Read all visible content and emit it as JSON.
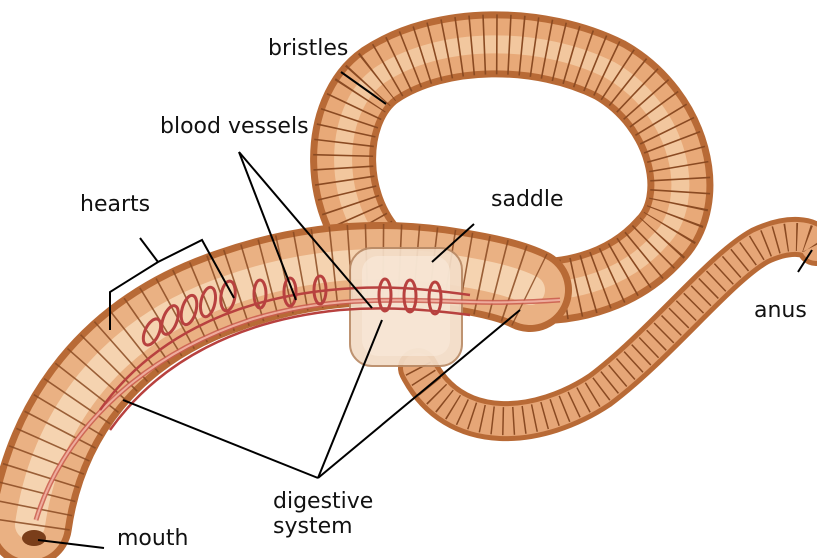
{
  "labels": {
    "bristles": "bristles",
    "blood_vessels": "blood vessels",
    "hearts": "hearts",
    "saddle": "saddle",
    "anus": "anus",
    "digestive_line1": "digestive",
    "digestive_line2": "system",
    "mouth": "mouth"
  },
  "colors": {
    "body_dark": "#b86a36",
    "body_mid": "#dc9463",
    "body_light": "#f6d2aa",
    "saddle": "#f3dcc6",
    "vessel": "#b8413f",
    "leader_line": "#000000"
  }
}
